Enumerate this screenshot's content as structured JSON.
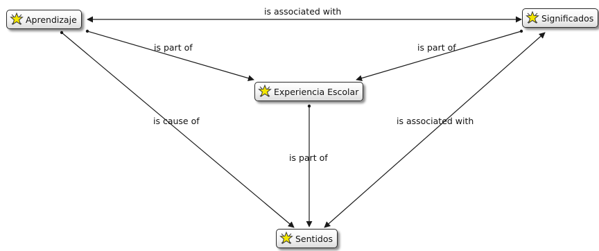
{
  "diagram": {
    "nodes": [
      {
        "id": "aprendizaje",
        "label": "Aprendizaje",
        "icon": "concept-icon"
      },
      {
        "id": "significados",
        "label": "Significados",
        "icon": "concept-icon"
      },
      {
        "id": "experiencia",
        "label": "Experiencia Escolar",
        "icon": "concept-icon"
      },
      {
        "id": "sentidos",
        "label": "Sentidos",
        "icon": "concept-icon"
      }
    ],
    "edges": [
      {
        "from": "aprendizaje",
        "to": "significados",
        "label": "is associated with",
        "bidirectional": true
      },
      {
        "from": "aprendizaje",
        "to": "experiencia",
        "label": "is part of",
        "bidirectional": false
      },
      {
        "from": "significados",
        "to": "experiencia",
        "label": "is part of",
        "bidirectional": false
      },
      {
        "from": "aprendizaje",
        "to": "sentidos",
        "label": "is cause of",
        "bidirectional": false
      },
      {
        "from": "experiencia",
        "to": "sentidos",
        "label": "is part of",
        "bidirectional": false
      },
      {
        "from": "significados",
        "to": "sentidos",
        "label": "is associated with",
        "bidirectional": true
      }
    ],
    "colors": {
      "line": "#1a1a1a",
      "icon_fill": "#f3e600",
      "icon_stroke": "#3a3a3a"
    }
  }
}
